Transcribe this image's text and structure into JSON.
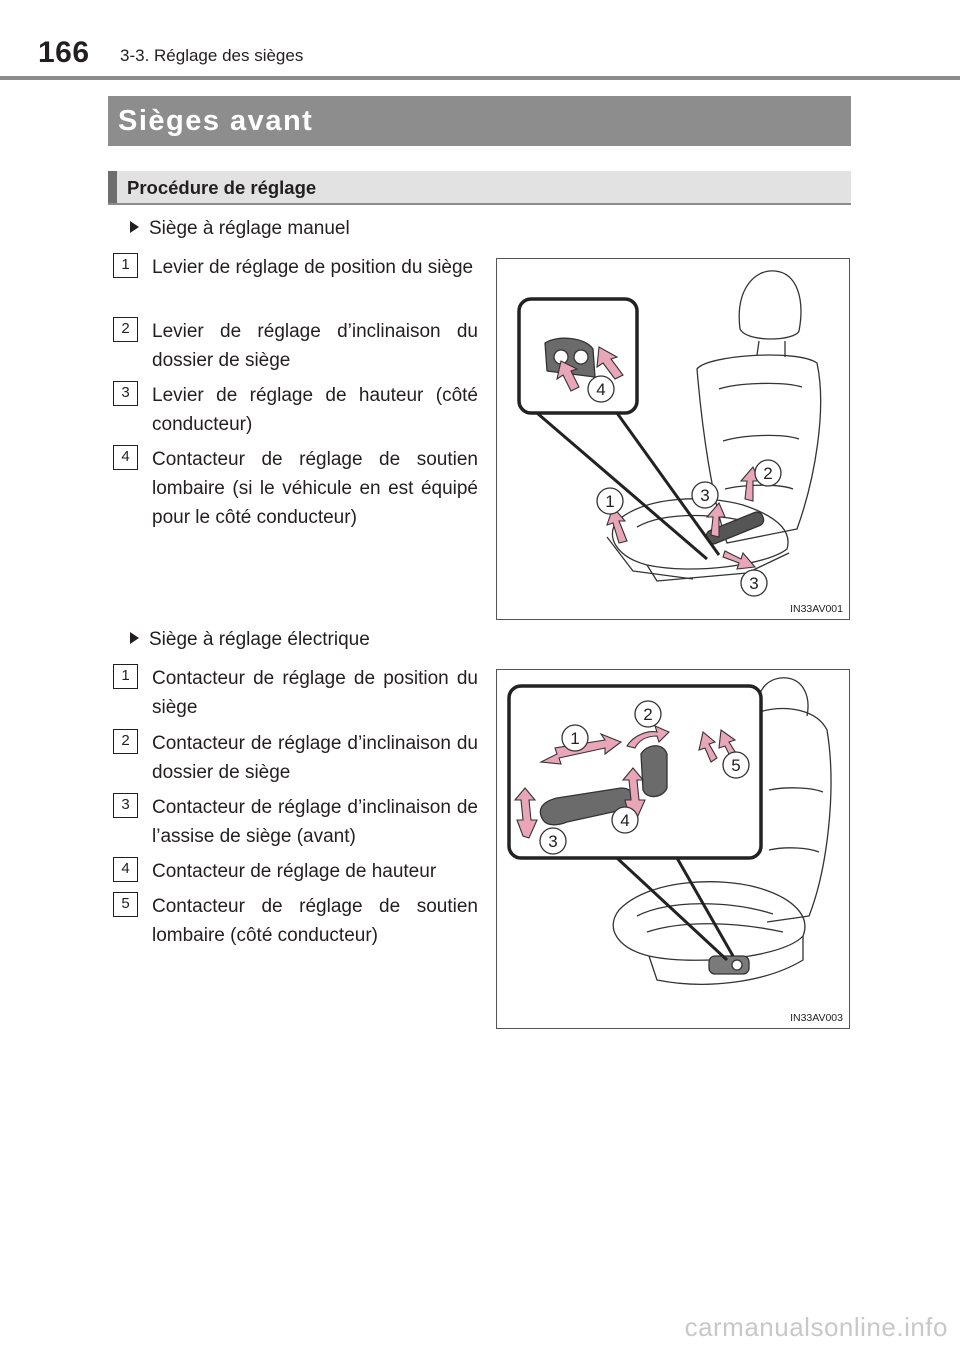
{
  "header": {
    "page_number": "166",
    "chapter": "3-3. Réglage des sièges"
  },
  "section": {
    "title": "Sièges avant"
  },
  "subsection": {
    "title": "Procédure de réglage"
  },
  "manual": {
    "heading": "Siège à réglage manuel",
    "items": [
      {
        "num": "1",
        "text": "Levier de réglage de position du siège"
      },
      {
        "num": "2",
        "text": "Levier de réglage d’inclinaison du dossier de siège"
      },
      {
        "num": "3",
        "text": "Levier de réglage de hauteur (côté conducteur)"
      },
      {
        "num": "4",
        "text": "Contacteur de réglage de soutien lombaire (si le véhicule en est équipé pour le côté conducteur)"
      }
    ],
    "figure": {
      "code": "IN33AV001",
      "callouts": [
        "4",
        "2",
        "3",
        "1",
        "3"
      ]
    }
  },
  "electric": {
    "heading": "Siège à réglage électrique",
    "items": [
      {
        "num": "1",
        "text": "Contacteur de réglage de position du siège"
      },
      {
        "num": "2",
        "text": "Contacteur de réglage d’inclinaison du dossier de siège"
      },
      {
        "num": "3",
        "text": "Contacteur de réglage d’inclinaison de l’assise de siège (avant)"
      },
      {
        "num": "4",
        "text": "Contacteur de réglage de hauteur"
      },
      {
        "num": "5",
        "text": "Contacteur de réglage de soutien lombaire (côté conducteur)"
      }
    ],
    "figure": {
      "code": "IN33AV003",
      "callouts": [
        "2",
        "1",
        "5",
        "4",
        "3"
      ]
    }
  },
  "footer": {
    "watermark": "carmanualsonline.info"
  },
  "colors": {
    "banner": "#8d8d8d",
    "subbanner": "#e2e2e2",
    "arrow": "#e9a6b8",
    "text": "#231f20"
  }
}
